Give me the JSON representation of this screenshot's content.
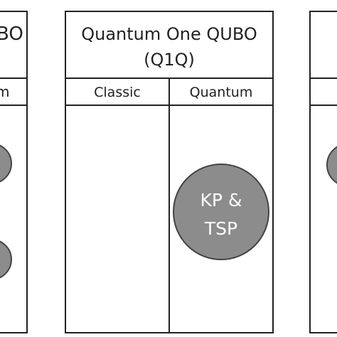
{
  "left_panel": {
    "title_fragment": "BO",
    "column_fragment": "m"
  },
  "center_panel": {
    "title_line1": "Quantum One QUBO",
    "title_line2": "(Q1Q)",
    "columns": [
      "Classic",
      "Quantum"
    ],
    "circle": {
      "line1": "KP &",
      "line2": "TSP",
      "fill": "#8c8c8c"
    }
  },
  "colors": {
    "border": "#222222",
    "circle_fill": "#8c8c8c",
    "circle_stroke": "#444444"
  }
}
